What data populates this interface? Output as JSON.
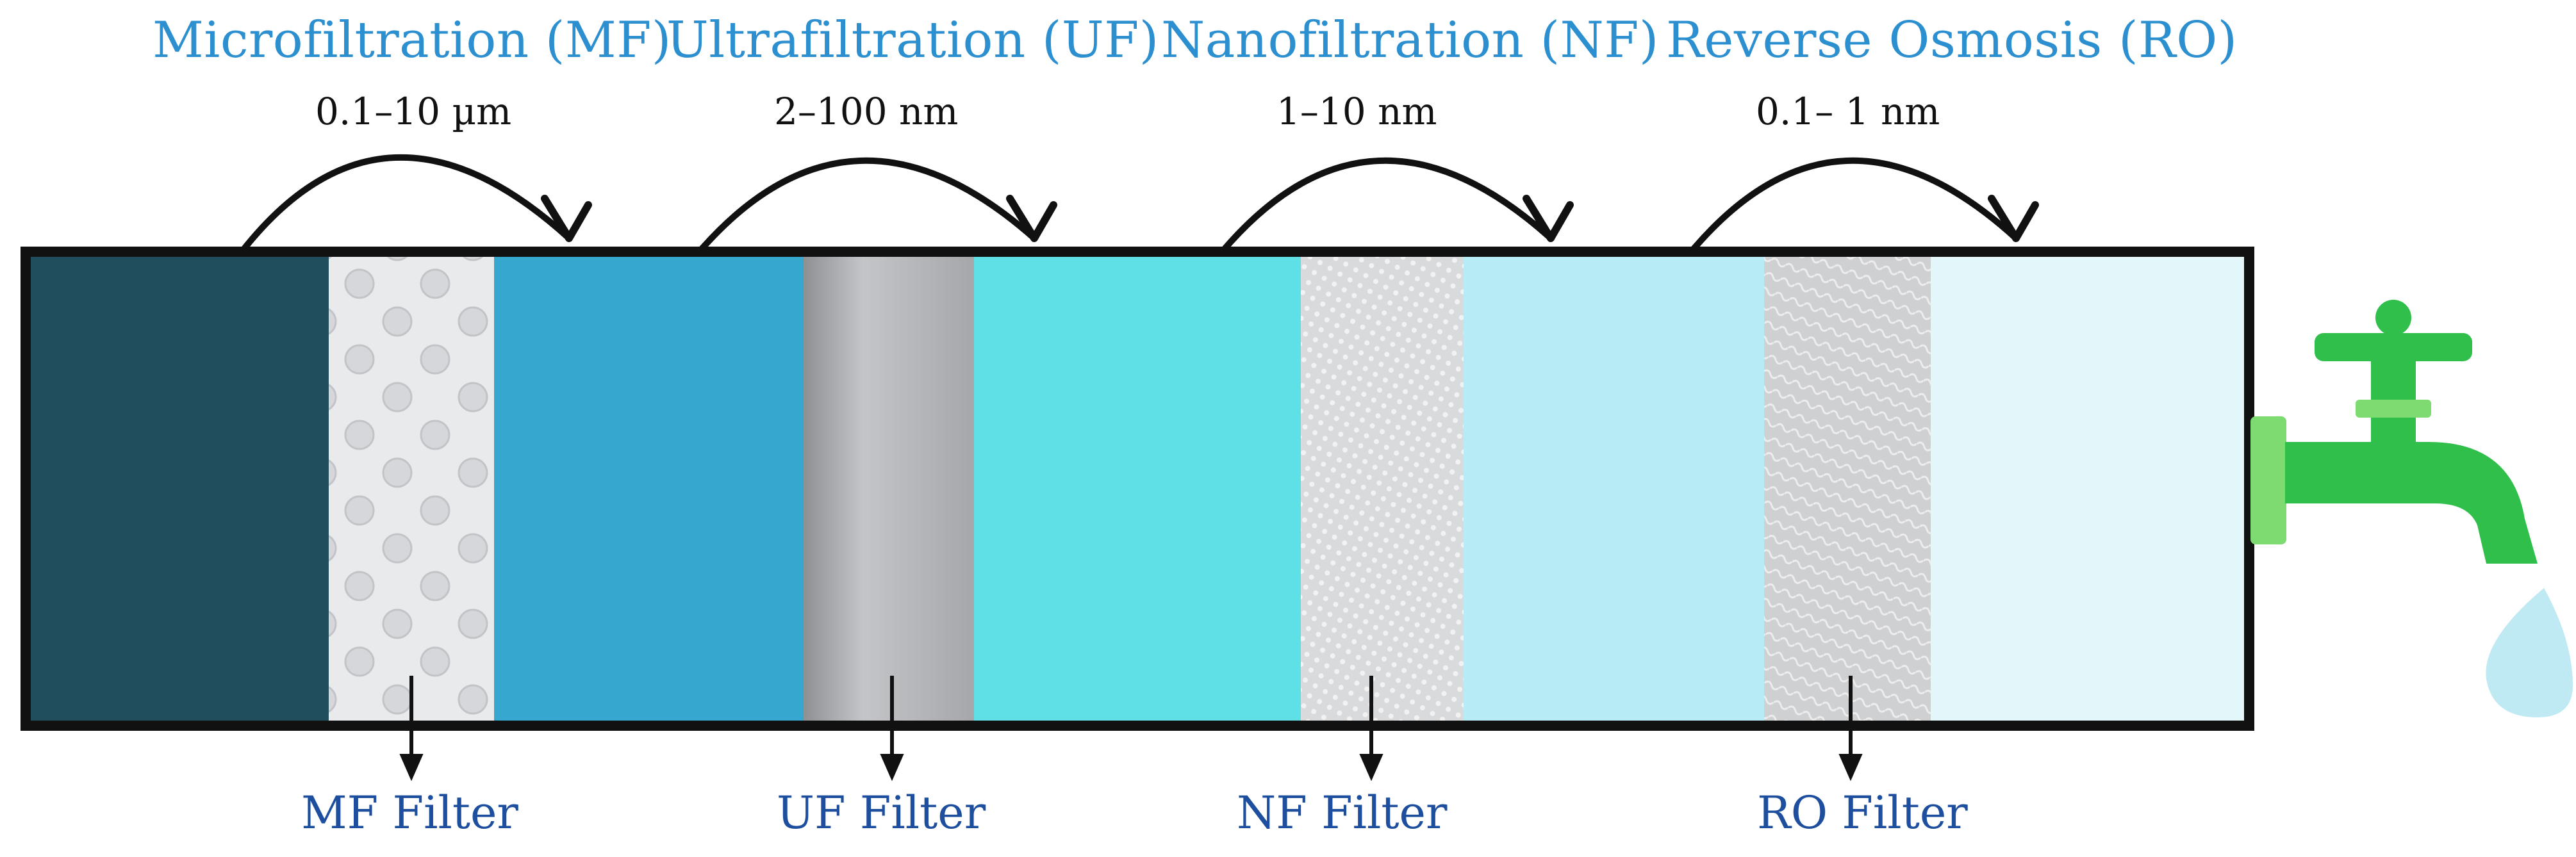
{
  "stages": [
    {
      "title": "Microfiltration (MF)",
      "range": "0.1–10 µm"
    },
    {
      "title": "Ultrafiltration (UF)",
      "range": "2–100 nm"
    },
    {
      "title": "Nanofiltration (NF)",
      "range": "1–10 nm"
    },
    {
      "title": "Reverse Osmosis (RO)",
      "range": "0.1– 1 nm"
    }
  ],
  "filters": [
    {
      "label": "MF Filter"
    },
    {
      "label": "UF Filter"
    },
    {
      "label": "NF Filter"
    },
    {
      "label": "RO Filter"
    }
  ],
  "colors": {
    "title_text": "#2b8fd0",
    "filter_text": "#1e4f9e",
    "outline": "#111111",
    "water_raw": "#214e5c",
    "water_after_mf": "#36a7cf",
    "water_after_uf": "#5fdfe6",
    "water_after_nf": "#b7ecf7",
    "water_after_ro": "#e3f7fb",
    "filter_mf": "#e9eaec",
    "filter_uf": "#b4b5b8",
    "filter_nf": "#d9dadc",
    "filter_ro": "#cfd0d2",
    "tap_green": "#2fbf4a",
    "tap_green_light": "#7ddb72",
    "drop": "#bfe9f3"
  },
  "icons": [
    "curved-arrow-icon",
    "down-arrow-icon",
    "water-tap-icon",
    "water-drop-icon"
  ]
}
